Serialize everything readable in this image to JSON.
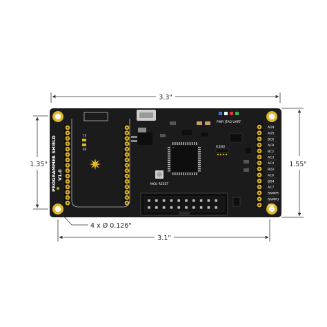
{
  "dimensions": {
    "top_width": "3.3\"",
    "bottom_width": "3.1\"",
    "left_height": "1.35\"",
    "right_height": "1.55\"",
    "holes": "4 x Ø 0.126\""
  },
  "board": {
    "side_label_1": "PROGRAMMER SHIELD",
    "side_label_2": "V1.0",
    "led_labels": "PWR JTAG UART",
    "reset_label": "MCU RESET",
    "small_chip_label": "ICE60",
    "tx_label": "TX",
    "rx_label": "RX",
    "right_pins": [
      "AD4",
      "AD5",
      "BC6",
      "AC8",
      "BC2",
      "AC3",
      "AC4",
      "BD2",
      "AC6",
      "BD4",
      "AC7",
      "RAMPR",
      "RAMPU",
      "BD3"
    ],
    "colors": {
      "pcb": "#1b1b1b",
      "pad_gold": "#e0b526",
      "header_black": "#0e0e0e",
      "silkscreen": "#ffffff",
      "dimension_line": "#333333",
      "led_blue": "#3a7bd5",
      "led_white": "#f2f2f2",
      "led_red": "#d93a3a",
      "led_green": "#33b34a"
    }
  }
}
